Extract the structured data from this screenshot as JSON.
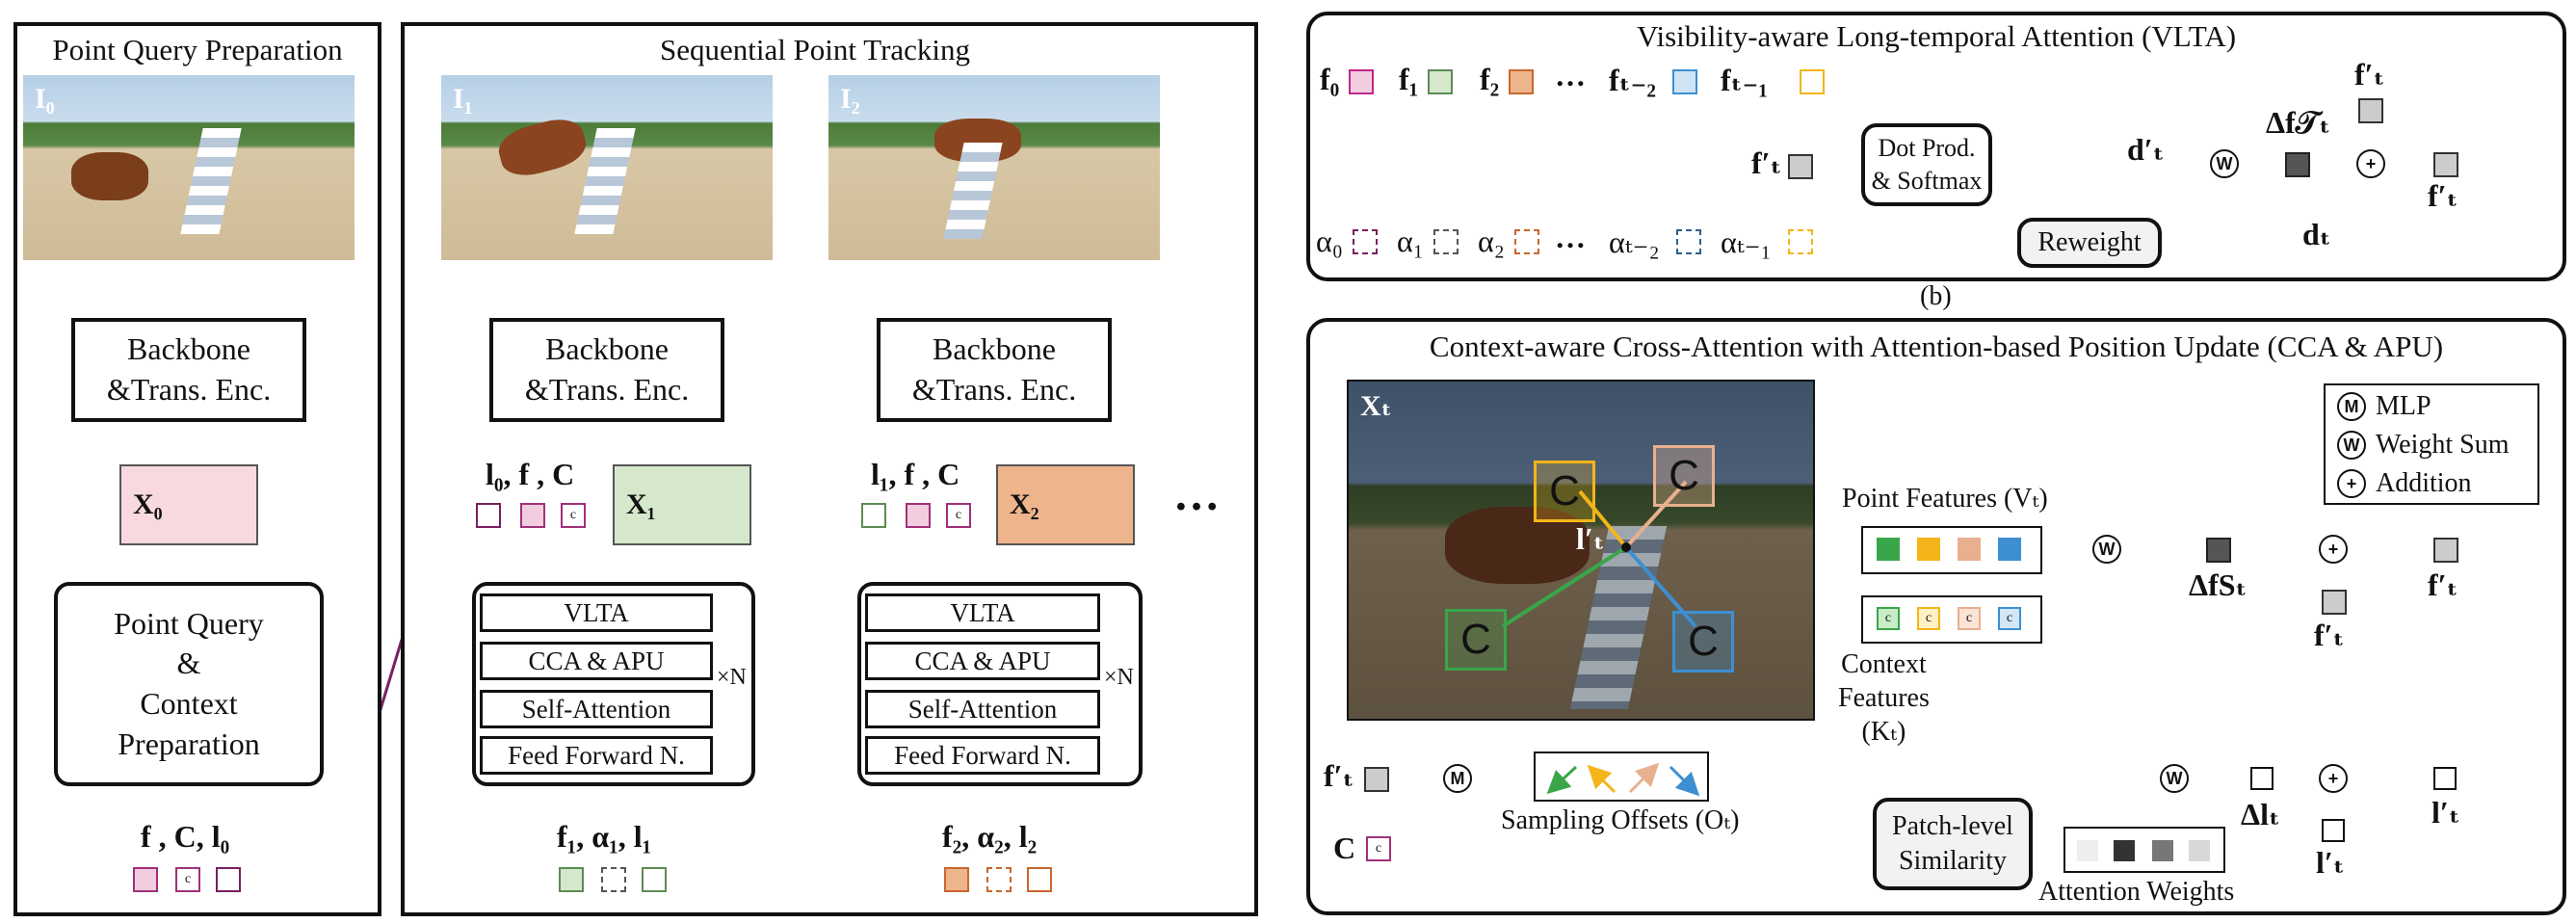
{
  "panel1": {
    "title": "Point Query Preparation",
    "image_label": "I₀",
    "backbone": "Backbone\n&Trans. Enc.",
    "x_label": "X₀",
    "prep": "Point Query\n&\nContext\nPreparation",
    "out_label": "f , C, l₀"
  },
  "panel2": {
    "title": "Sequential Point Tracking",
    "frame1": {
      "image_label": "I₁",
      "backbone": "Backbone\n&Trans. Enc.",
      "x_label": "X₁",
      "in_label": "l₀, f , C",
      "out_label": "f₁, α₁, l₁"
    },
    "frame2": {
      "image_label": "I₂",
      "backbone": "Backbone\n&Trans. Enc.",
      "x_label": "X₂",
      "in_label": "l₁, f , C",
      "out_label": "f₂, α₂, l₂"
    },
    "layers": [
      "VLTA",
      "CCA & APU",
      "Self-Attention",
      "Feed Forward N."
    ],
    "repeat": "×N",
    "ellipsis": "…"
  },
  "vlta": {
    "title": "Visibility-aware Long-temporal Attention (VLTA)",
    "features": [
      "f₀",
      "f₁",
      "f₂",
      "…",
      "fₜ₋₂",
      "fₜ₋₁"
    ],
    "alphas": [
      "α₀",
      "α₁",
      "α₂",
      "…",
      "αₜ₋₂",
      "αₜ₋₁"
    ],
    "query": "f′ₜ",
    "dot": "Dot Prod.\n& Softmax",
    "d_prime": "d′ₜ",
    "reweight": "Reweight",
    "d": "dₜ",
    "delta": "Δf𝒯ₜ",
    "fprime_top": "f′ₜ",
    "fprime_out": "f′ₜ",
    "caption": "(b)"
  },
  "cca": {
    "title": "Context-aware Cross-Attention with Attention-based Position Update (CCA & APU)",
    "image_label": "Xₜ",
    "point_label": "l′ₜ",
    "context_glyph": "C",
    "point_features": "Point Features (Vₜ)",
    "context_features": "Context\nFeatures\n(Kₜ)",
    "delta_s": "ΔfSₜ",
    "fprime_below": "f′ₜ",
    "fprime_out": "f′ₜ",
    "query": "f′ₜ",
    "sampling": "Sampling Offsets (Oₜ)",
    "c_label": "C",
    "similarity": "Patch-level\nSimilarity",
    "attention": "Attention Weights",
    "delta_l": "Δlₜ",
    "l_below": "l′ₜ",
    "l_out": "l′ₜ",
    "legend": [
      "MLP",
      "Weight Sum",
      "Addition"
    ]
  },
  "colors": {
    "pink": "#c0278a",
    "green": "#5d8c54",
    "orange": "#c8672e",
    "blue": "#3d8fd1",
    "yellow": "#f3b519",
    "peach": "#e8b08e",
    "gray": "#888888",
    "red": "#c0392b",
    "purple": "#7a1f63"
  }
}
